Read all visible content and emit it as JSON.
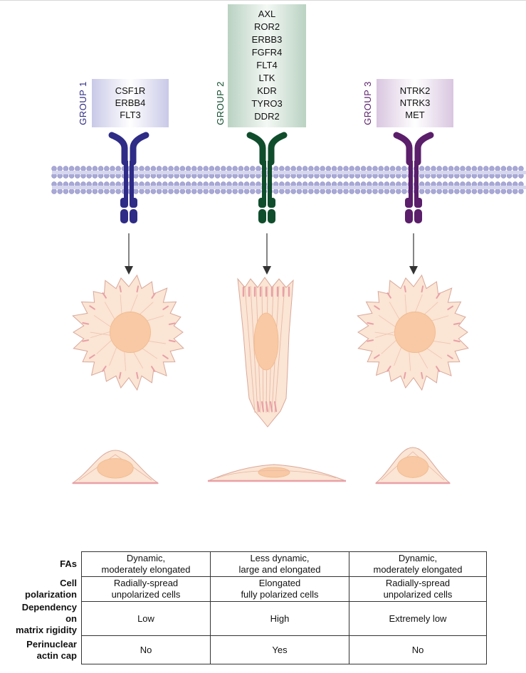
{
  "groups": [
    {
      "label": "GROUP 1",
      "color": "#2e2c86",
      "box_color": "#dcdcf0",
      "receptors": [
        "CSF1R",
        "ERBB4",
        "FLT3"
      ]
    },
    {
      "label": "GROUP 2",
      "color": "#0f4d2c",
      "box_color": "#d2e3d8",
      "receptors": [
        "AXL",
        "ROR2",
        "ERBB3",
        "FGFR4",
        "FLT4",
        "LTK",
        "KDR",
        "TYRO3",
        "DDR2"
      ]
    },
    {
      "label": "GROUP 3",
      "color": "#5a1e6a",
      "box_color": "#e6dcea",
      "receptors": [
        "NTRK2",
        "NTRK3",
        "MET"
      ]
    }
  ],
  "membrane_color": "#a9a9d6",
  "cell_fill": "#fbe5d4",
  "nucleus_fill": "#f8c9a4",
  "adhesion_color": "#e8a0a6",
  "table": {
    "rows": [
      {
        "header": "FAs",
        "cells": [
          "Dynamic,\nmoderately elongated",
          "Less dynamic,\nlarge and elongated",
          "Dynamic,\nmoderately elongated"
        ]
      },
      {
        "header": "Cell\npolarization",
        "cells": [
          "Radially-spread\nunpolarized cells",
          "Elongated\nfully polarized cells",
          "Radially-spread\nunpolarized cells"
        ]
      },
      {
        "header": "Dependency on\nmatrix rigidity",
        "cells": [
          "Low",
          "High",
          "Extremely low"
        ]
      },
      {
        "header": "Perinuclear\nactin cap",
        "cells": [
          "No",
          "Yes",
          "No"
        ]
      }
    ]
  }
}
